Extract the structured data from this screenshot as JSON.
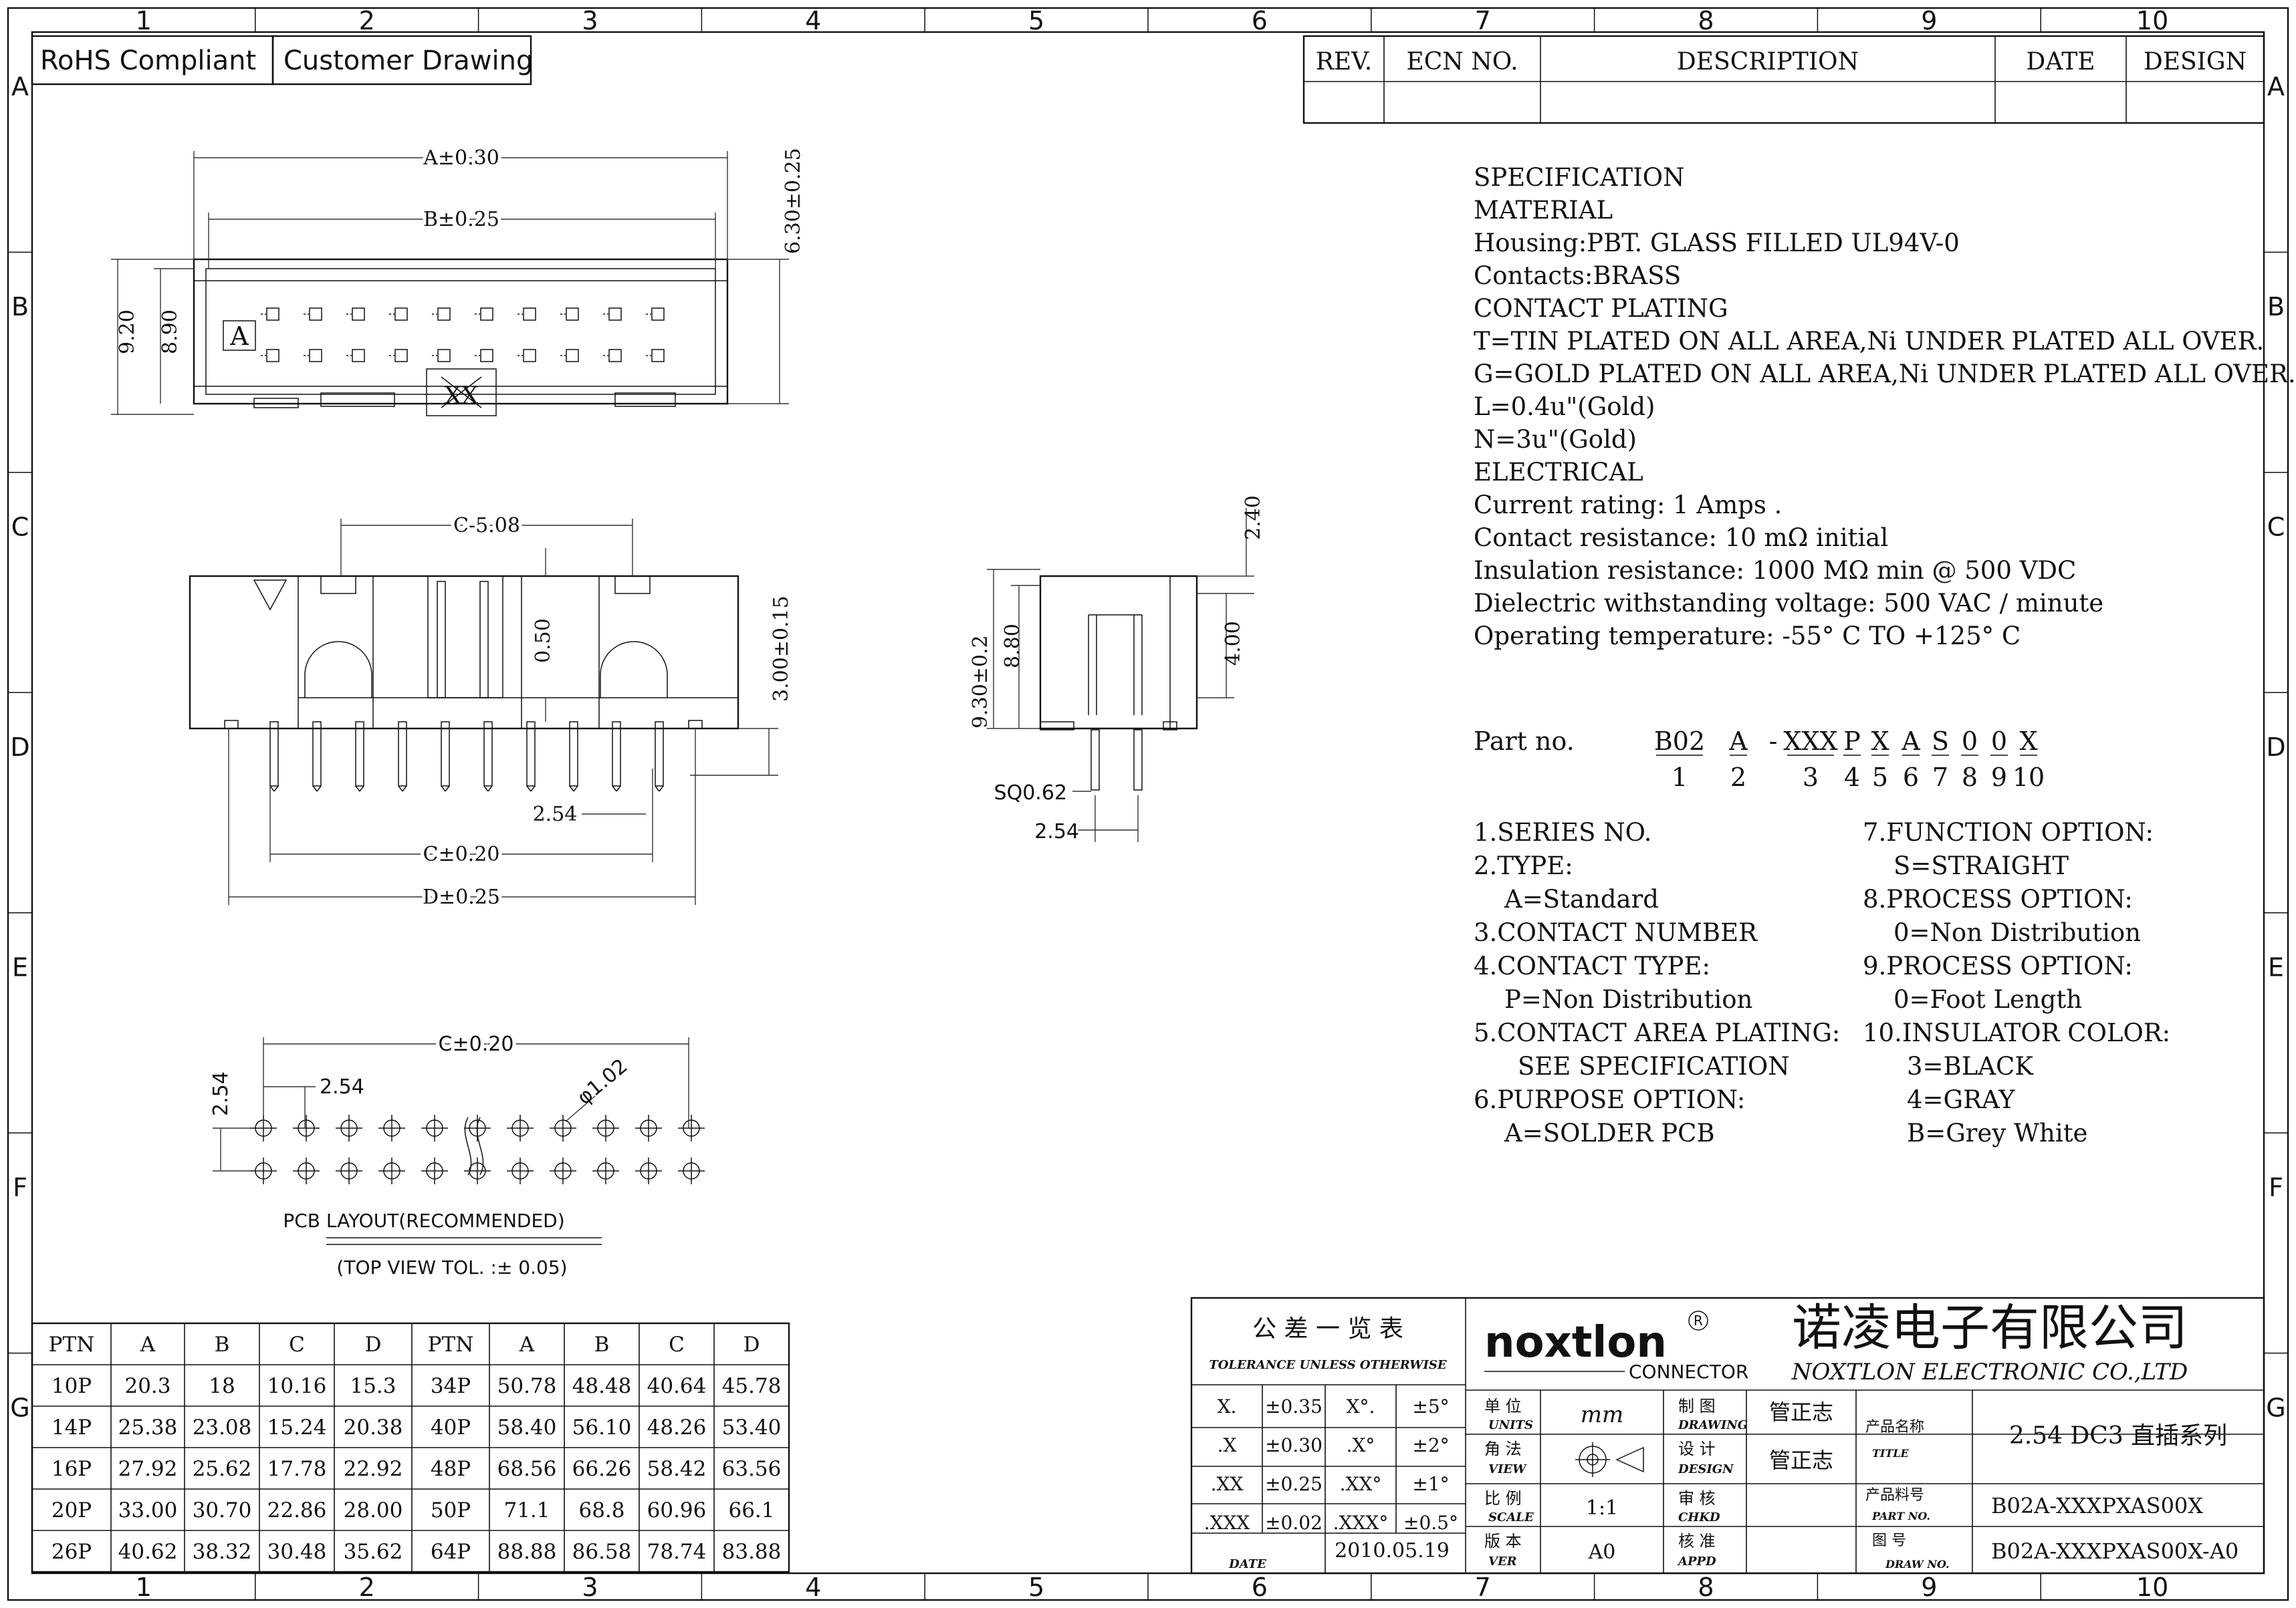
{
  "header": {
    "rohs": "RoHS Compliant",
    "customer": "Customer Drawing"
  },
  "grid": {
    "cols": [
      "1",
      "2",
      "3",
      "4",
      "5",
      "6",
      "7",
      "8",
      "9",
      "10"
    ],
    "rows": [
      "A",
      "B",
      "C",
      "D",
      "E",
      "F",
      "G"
    ]
  },
  "revision_table": {
    "headers": [
      "REV.",
      "ECN NO.",
      "DESCRIPTION",
      "DATE",
      "DESIGN"
    ]
  },
  "specification": [
    "SPECIFICATION",
    "MATERIAL",
    "Housing:PBT. GLASS FILLED UL94V-0",
    "Contacts:BRASS",
    "CONTACT PLATING",
    "T=TIN PLATED ON ALL AREA,Ni UNDER PLATED ALL OVER.",
    "G=GOLD PLATED ON ALL AREA,Ni UNDER PLATED ALL OVER.",
    "L=0.4u\"(Gold)",
    "N=3u\"(Gold)",
    "ELECTRICAL",
    "Current rating: 1 Amps .",
    "Contact resistance: 10 mΩ initial",
    "Insulation resistance: 1000 MΩ min @ 500 VDC",
    "Dielectric withstanding voltage: 500 VAC / minute",
    "Operating temperature: -55° C TO +125° C"
  ],
  "part_no": {
    "label": "Part no.",
    "codes": [
      "B02",
      "A",
      "-",
      "XXX",
      "P",
      "X",
      "A",
      "S",
      "0",
      "0",
      "X"
    ],
    "numbers": [
      "1",
      "2",
      "3",
      "4",
      "5",
      "6",
      "7",
      "8",
      "9",
      "10"
    ]
  },
  "options_left": [
    "1.SERIES NO.",
    "2.TYPE:",
    "A=Standard",
    "3.CONTACT NUMBER",
    "4.CONTACT TYPE:",
    "P=Non Distribution",
    "5.CONTACT AREA PLATING:",
    "SEE SPECIFICATION",
    "6.PURPOSE OPTION:",
    "A=SOLDER PCB"
  ],
  "options_right": [
    "7.FUNCTION OPTION:",
    "S=STRAIGHT",
    "8.PROCESS OPTION:",
    "0=Non Distribution",
    "9.PROCESS OPTION:",
    "0=Foot Length",
    "10.INSULATOR COLOR:",
    "3=BLACK",
    "4=GRAY",
    "B=Grey White"
  ],
  "dimensions": {
    "top_view": {
      "a": "A±0.30",
      "b": "B±0.25",
      "h1": "6.30±0.25",
      "h2": "9.20",
      "h3": "8.90",
      "key": "A",
      "mark": "XX"
    },
    "front_view": {
      "c_pitch": "C-5.08",
      "pin_len": "0.50",
      "h": "3.00±0.15",
      "pitch": "2.54",
      "c": "C±0.20",
      "d": "D±0.25"
    },
    "side_view": {
      "top": "2.40",
      "h1": "9.30±0.2",
      "h2": "8.80",
      "h3": "4.00",
      "sq": "SQ0.62",
      "pitch": "2.54"
    },
    "pcb": {
      "c": "C±0.20",
      "pitch_v": "2.54",
      "pitch_h": "2.54",
      "hole": "φ1.02",
      "title": "PCB LAYOUT(RECOMMENDED)",
      "tol": "(TOP VIEW TOL. :± 0.05)"
    }
  },
  "size_table": {
    "headers": [
      "PTN",
      "A",
      "B",
      "C",
      "D",
      "PTN",
      "A",
      "B",
      "C",
      "D"
    ],
    "rows": [
      [
        "10P",
        "20.3",
        "18",
        "10.16",
        "15.3",
        "34P",
        "50.78",
        "48.48",
        "40.64",
        "45.78"
      ],
      [
        "14P",
        "25.38",
        "23.08",
        "15.24",
        "20.38",
        "40P",
        "58.40",
        "56.10",
        "48.26",
        "53.40"
      ],
      [
        "16P",
        "27.92",
        "25.62",
        "17.78",
        "22.92",
        "48P",
        "68.56",
        "66.26",
        "58.42",
        "63.56"
      ],
      [
        "20P",
        "33.00",
        "30.70",
        "22.86",
        "28.00",
        "50P",
        "71.1",
        "68.8",
        "60.96",
        "66.1"
      ],
      [
        "26P",
        "40.62",
        "38.32",
        "30.48",
        "35.62",
        "64P",
        "88.88",
        "86.58",
        "78.74",
        "83.88"
      ]
    ]
  },
  "title_block": {
    "tolerance_cn": "公 差 一 览 表",
    "tolerance_en": "TOLERANCE UNLESS OTHERWISE",
    "tolerances": [
      [
        "X.",
        "±0.35",
        "X°.",
        "±5°"
      ],
      [
        ".X",
        "±0.30",
        ".X°",
        "±2°"
      ],
      [
        ".XX",
        "±0.25",
        ".XX°",
        "±1°"
      ],
      [
        ".XXX",
        "±0.02",
        ".XXX°",
        "±0.5°"
      ]
    ],
    "date_label": "DATE",
    "date": "2010.05.19",
    "logo": "noxtlon",
    "logo_sub": "CONNECTOR",
    "company_cn": "诺凌电子有限公司",
    "company_en": "NOXTLON ELECTRONIC CO.,LTD",
    "fields": {
      "units_cn": "单 位",
      "units_en": "UNITS",
      "units_val": "mm",
      "view_cn": "角 法",
      "view_en": "VIEW",
      "scale_cn": "比 例",
      "scale_en": "SCALE",
      "scale_val": "1:1",
      "ver_cn": "版 本",
      "ver_en": "VER",
      "ver_val": "A0",
      "drawing_cn": "制 图",
      "drawing_en": "DRAWING",
      "drawing_val": "管正志",
      "design_cn": "设 计",
      "design_en": "DESIGN",
      "design_val": "管正志",
      "chkd_cn": "审 核",
      "chkd_en": "CHKD",
      "appd_cn": "核 准",
      "appd_en": "APPD",
      "title_cn": "产品名称",
      "title_en": "TITLE",
      "title_val": "2.54 DC3 直插系列",
      "part_cn": "产品料号",
      "part_en": "PART NO.",
      "part_val": "B02A-XXXPXAS00X",
      "draw_cn": "图 号",
      "draw_en": "DRAW NO.",
      "draw_val": "B02A-XXXPXAS00X-A0"
    }
  }
}
